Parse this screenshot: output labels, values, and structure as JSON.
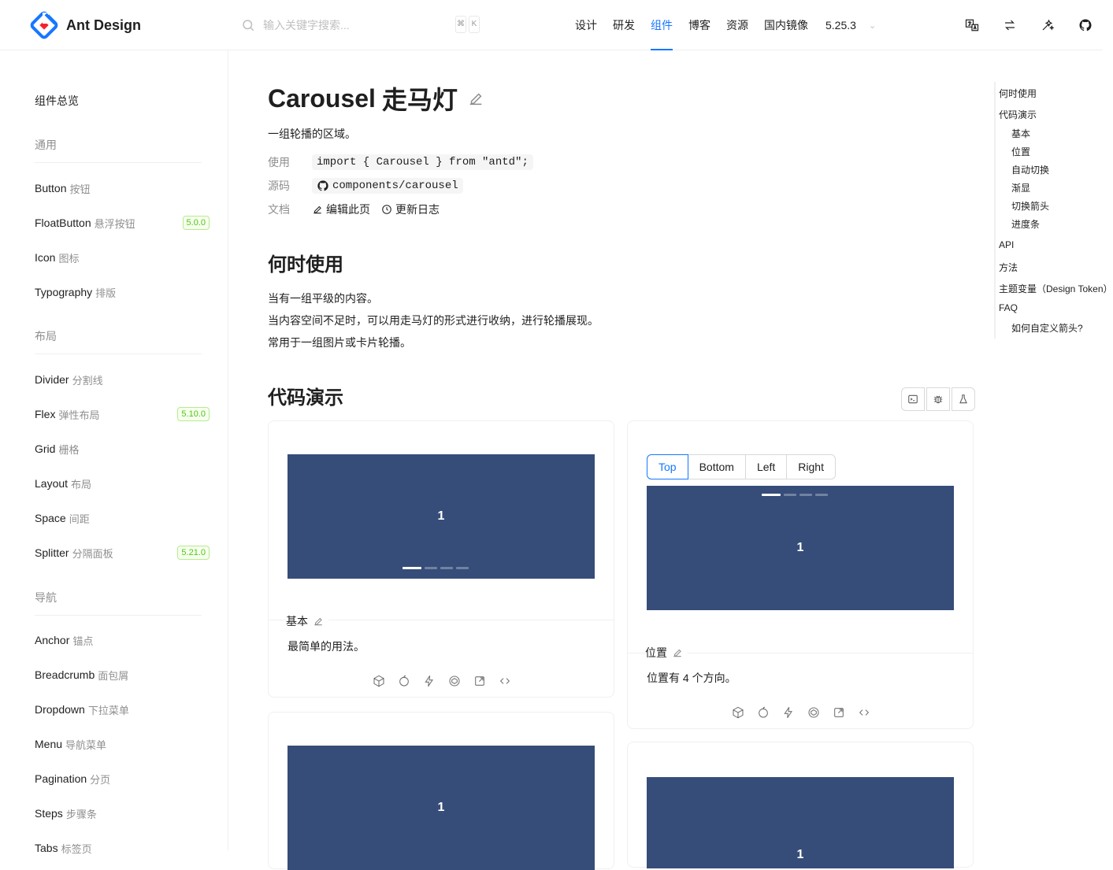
{
  "header": {
    "logo_text": "Ant Design",
    "search_placeholder": "输入关键字搜索...",
    "kbd": [
      "⌘",
      "K"
    ],
    "nav": [
      {
        "label": "设计"
      },
      {
        "label": "研发"
      },
      {
        "label": "组件",
        "active": true
      },
      {
        "label": "博客"
      },
      {
        "label": "资源"
      },
      {
        "label": "国内镜像"
      }
    ],
    "version": "5.25.3",
    "buttons": [
      {
        "name": "language-toggle",
        "icon": "language-icon"
      },
      {
        "name": "direction-toggle",
        "icon": "direction-icon"
      },
      {
        "name": "theme-toggle",
        "icon": "theme-icon"
      },
      {
        "name": "github-link",
        "icon": "github-icon"
      }
    ],
    "accent": "#1677ff"
  },
  "sidebar": {
    "overview": "组件总览",
    "groups": [
      {
        "label": "通用",
        "items": [
          {
            "en": "Button",
            "zh": "按钮"
          },
          {
            "en": "FloatButton",
            "zh": "悬浮按钮",
            "tag": "5.0.0"
          },
          {
            "en": "Icon",
            "zh": "图标"
          },
          {
            "en": "Typography",
            "zh": "排版"
          }
        ]
      },
      {
        "label": "布局",
        "items": [
          {
            "en": "Divider",
            "zh": "分割线"
          },
          {
            "en": "Flex",
            "zh": "弹性布局",
            "tag": "5.10.0"
          },
          {
            "en": "Grid",
            "zh": "栅格"
          },
          {
            "en": "Layout",
            "zh": "布局"
          },
          {
            "en": "Space",
            "zh": "间距"
          },
          {
            "en": "Splitter",
            "zh": "分隔面板",
            "tag": "5.21.0"
          }
        ]
      },
      {
        "label": "导航",
        "items": [
          {
            "en": "Anchor",
            "zh": "锚点"
          },
          {
            "en": "Breadcrumb",
            "zh": "面包屑"
          },
          {
            "en": "Dropdown",
            "zh": "下拉菜单"
          },
          {
            "en": "Menu",
            "zh": "导航菜单"
          },
          {
            "en": "Pagination",
            "zh": "分页"
          },
          {
            "en": "Steps",
            "zh": "步骤条"
          },
          {
            "en": "Tabs",
            "zh": "标签页"
          }
        ]
      }
    ]
  },
  "main": {
    "title_en": "Carousel",
    "title_zh": "走马灯",
    "subtitle": "一组轮播的区域。",
    "meta": {
      "use_label": "使用",
      "use_code": "import { Carousel } from \"antd\";",
      "source_label": "源码",
      "source_code": "components/carousel",
      "docs_label": "文档",
      "edit_page": "编辑此页",
      "changelog": "更新日志"
    },
    "when_title": "何时使用",
    "when_items": [
      "当有一组平级的内容。",
      "当内容空间不足时，可以用走马灯的形式进行收纳，进行轮播展现。",
      "常用于一组图片或卡片轮播。"
    ],
    "demo_title": "代码演示",
    "demos": [
      {
        "slide": "1",
        "title": "基本",
        "desc": "最简单的用法。"
      },
      {
        "slide": "1",
        "title": "位置",
        "desc": "位置有 4 个方向。",
        "options": [
          "Top",
          "Bottom",
          "Left",
          "Right"
        ],
        "selected": "Top"
      },
      {
        "slide": "1"
      },
      {
        "slide": "1"
      }
    ],
    "slide_color": "#364d79"
  },
  "toc": [
    "何时使用",
    "代码演示",
    "基本",
    "位置",
    "自动切换",
    "渐显",
    "切换箭头",
    "进度条",
    "API",
    "方法",
    "主题变量（Design Token）",
    "FAQ",
    "如何自定义箭头?"
  ]
}
